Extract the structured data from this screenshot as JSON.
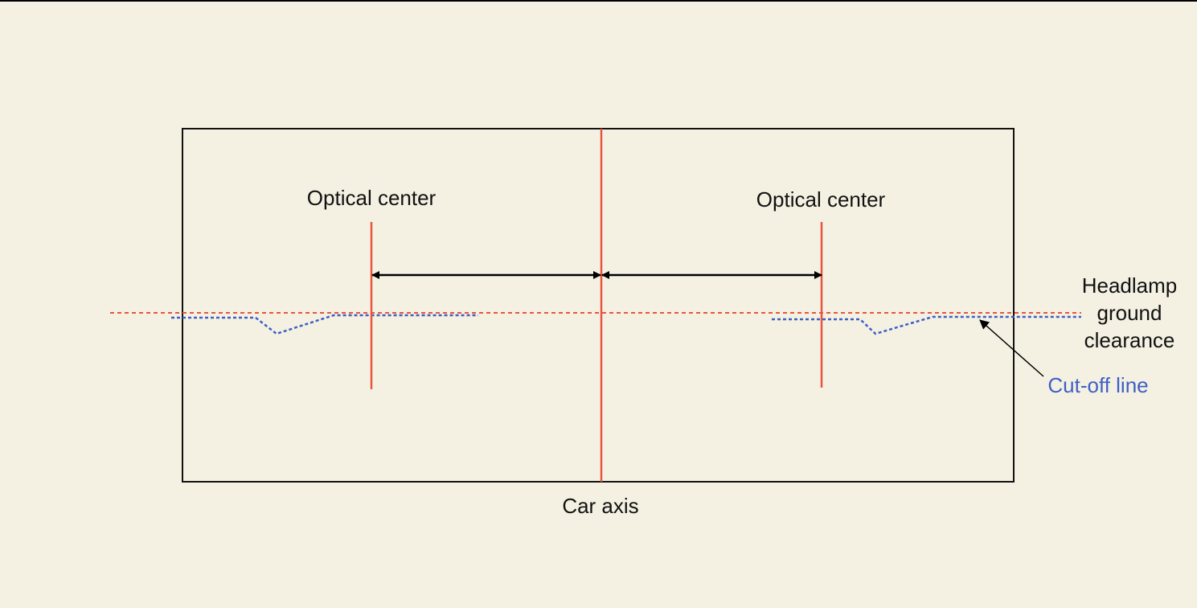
{
  "labels": {
    "optical_center_left": "Optical center",
    "optical_center_right": "Optical center",
    "car_axis": "Car axis",
    "headlamp_line1": "Headlamp",
    "headlamp_line2": "ground",
    "headlamp_line3": "clearance",
    "cutoff_line": "Cut-off line"
  },
  "colors": {
    "background": "#f4f1e3",
    "frame": "#111111",
    "red_line": "#e8553e",
    "cutoff_blue": "#3f5fc4",
    "arrow": "#000000",
    "text": "#111111",
    "cutoff_label": "#3f5fc4"
  }
}
